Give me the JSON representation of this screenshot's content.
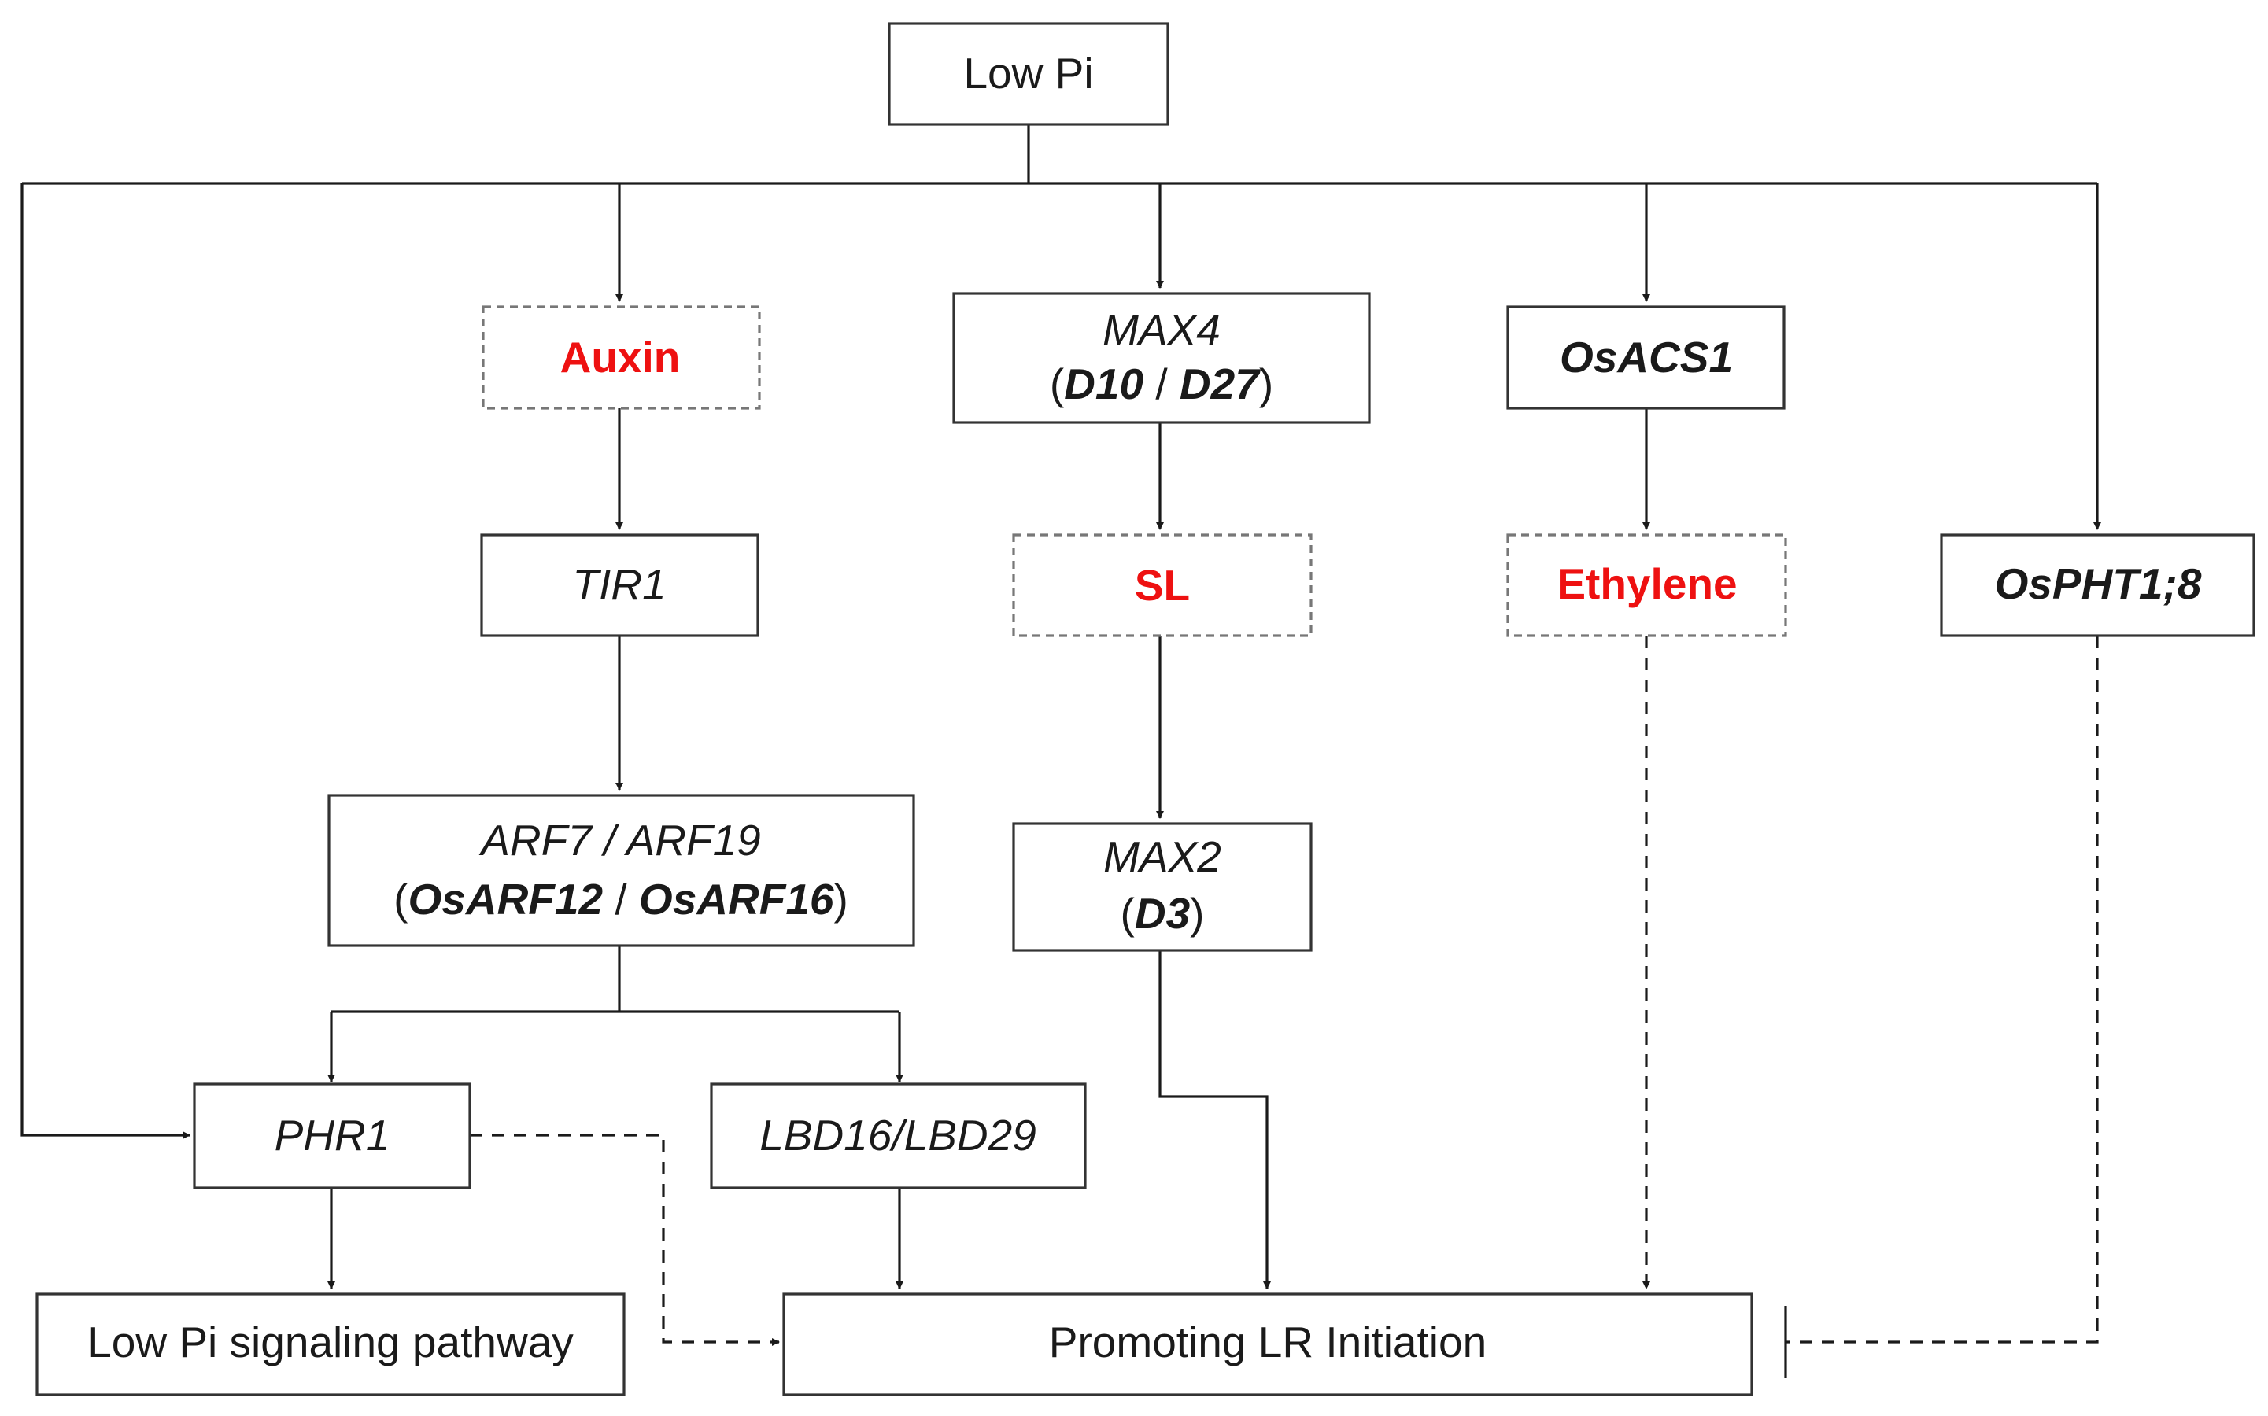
{
  "colors": {
    "hormone": "#ee1111",
    "text": "#1a1a1a",
    "box_border": "#333333",
    "dashed_box_border": "#777777",
    "background": "#ffffff"
  },
  "nodes": {
    "low_pi": "Low Pi",
    "auxin": "Auxin",
    "tir1": "TIR1",
    "arf": {
      "line1": "ARF7 / ARF19",
      "open": "(",
      "gene_a": "OsARF12",
      "sep": " / ",
      "gene_b": "OsARF16",
      "close": ")"
    },
    "max4": {
      "line1": "MAX4",
      "open": "(",
      "gene_a": "D10",
      "sep": " / ",
      "gene_b": "D27",
      "close": ")"
    },
    "sl": "SL",
    "max2": {
      "line1": "MAX2",
      "open": "(",
      "gene": "D3",
      "close": ")"
    },
    "osacs1": "OsACS1",
    "ethylene": "Ethylene",
    "ospht": "OsPHT1;8",
    "phr1": "PHR1",
    "lbd": "LBD16/LBD29",
    "low_pi_signaling": "Low Pi signaling pathway",
    "promoting_lr": "Promoting LR Initiation"
  }
}
